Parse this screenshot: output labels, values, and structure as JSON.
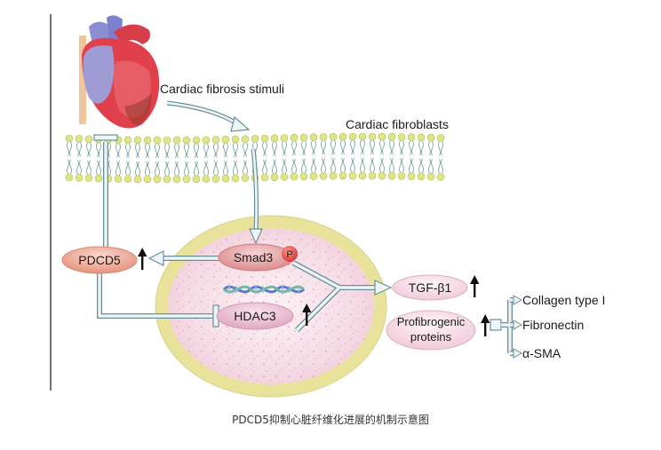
{
  "labels": {
    "stimuli": "Cardiac fibrosis stimuli",
    "fibroblasts": "Cardiac fibroblasts",
    "pdcd5": "PDCD5",
    "smad3": "Smad3",
    "phospho": "P",
    "hdac3": "HDAC3",
    "tgfb1": "TGF-β1",
    "profibrogenic_line1": "Profibrogenic",
    "profibrogenic_line2": "proteins",
    "collagen": "Collagen type I",
    "fibronectin": "Fibronectin",
    "asma": "α-SMA"
  },
  "caption": "PDCD5抑制心脏纤维化进展的机制示意图",
  "colors": {
    "arrow_fill": "#eef5f7",
    "arrow_stroke": "#6a8f98",
    "nucleus_ring": "#e9e39a",
    "nucleus_fill": "#f6e2ea",
    "pdcd5_fill": "#e9a08e",
    "smad3_fill": "#e39a9a",
    "hdac3_fill": "#e6b4c8",
    "phospho_fill": "#e04848",
    "lipid_head": "#dde585",
    "pill_pink": "#f4d4e0"
  },
  "icons": [
    "heart-icon",
    "lipid-bilayer",
    "dna-helix-icon",
    "up-arrow-icon",
    "inhibition-arrow"
  ]
}
